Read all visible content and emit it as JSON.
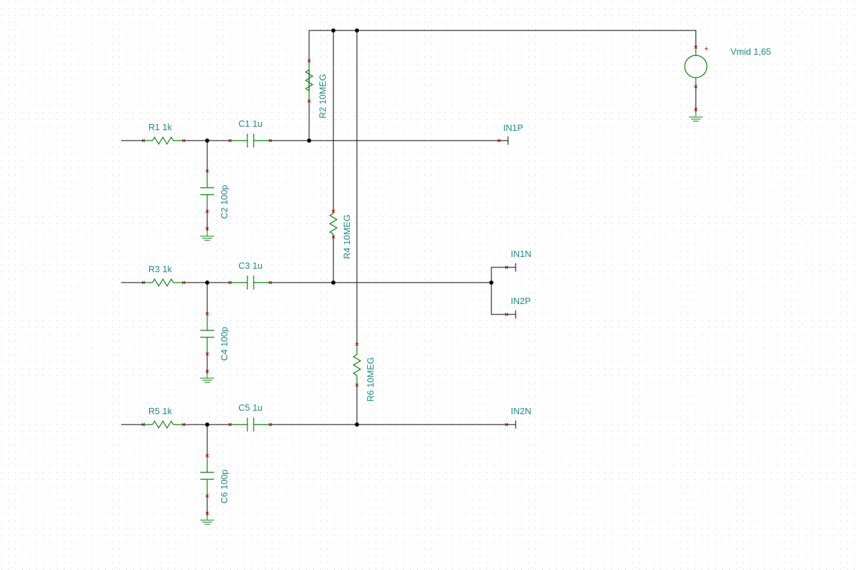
{
  "schematic": {
    "components": {
      "R1": {
        "name": "R1",
        "value": "1k"
      },
      "R2": {
        "name": "R2",
        "value": "10MEG"
      },
      "R3": {
        "name": "R3",
        "value": "1k"
      },
      "R4": {
        "name": "R4",
        "value": "10MEG"
      },
      "R5": {
        "name": "R5",
        "value": "1k"
      },
      "R6": {
        "name": "R6",
        "value": "10MEG"
      },
      "C1": {
        "name": "C1",
        "value": "1u"
      },
      "C2": {
        "name": "C2",
        "value": "100p"
      },
      "C3": {
        "name": "C3",
        "value": "1u"
      },
      "C4": {
        "name": "C4",
        "value": "100p"
      },
      "C5": {
        "name": "C5",
        "value": "1u"
      },
      "C6": {
        "name": "C6",
        "value": "100p"
      },
      "Vmid": {
        "name": "Vmid",
        "value": "1,65"
      }
    },
    "labels": {
      "R1": "R1 1k",
      "R2": "R2 10MEG",
      "R3": "R3 1k",
      "R4": "R4 10MEG",
      "R5": "R5 1k",
      "R6": "R6 10MEG",
      "C1": "C1 1u",
      "C2": "C2 100p",
      "C3": "C3 1u",
      "C4": "C4 100p",
      "C5": "C5 1u",
      "C6": "C6 100p",
      "Vmid": "Vmid 1,65",
      "plus": "+"
    },
    "ports": {
      "in1p": "IN1P",
      "in1n": "IN1N",
      "in2p": "IN2P",
      "in2n": "IN2N"
    },
    "colors": {
      "wire": "#000000",
      "component": "#008000",
      "label": "#1a8a8a",
      "pin_marker": "#c00000",
      "grid_dot": "#c8c8c8",
      "background": "#ffffff"
    }
  }
}
